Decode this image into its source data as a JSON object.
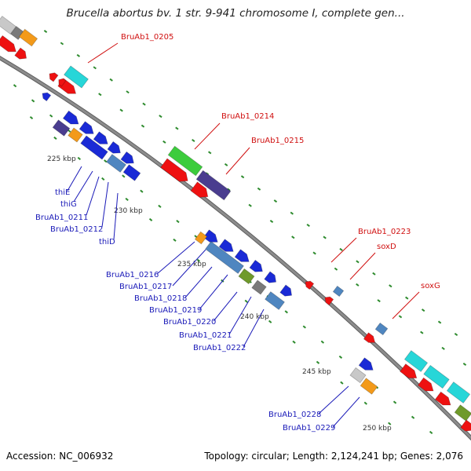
{
  "header": {
    "title": "Brucella abortus bv. 1 str. 9-941 chromosome I, complete gen..."
  },
  "footer": {
    "accession": "Accession: NC_006932",
    "topology": "Topology: circular; Length: 2,124,241 bp; Genes: 2,076"
  },
  "colors": {
    "backbone": "#8c8c8c",
    "tick": "#2e8b2e",
    "forward_label": "#d01010",
    "reverse_label": "#1a1ab8",
    "red": "#ee1111",
    "blue": "#1a2ad6",
    "navy": "#4a3d8f",
    "steel": "#4f86c0",
    "cyan": "#27d6d8",
    "green": "#3ccc3c",
    "olive": "#6f9a2a",
    "gray": "#7a7a7a",
    "lightgray": "#c8c8c8",
    "orange": "#f39a1a"
  },
  "scale_labels": [
    "225 kbp",
    "230 kbp",
    "235 kbp",
    "240 kbp",
    "245 kbp",
    "250 kbp"
  ],
  "gene_labels": {
    "forward": [
      "BruAb1_0205",
      "BruAb1_0214",
      "BruAb1_0215",
      "BruAb1_0223",
      "soxD",
      "soxG"
    ],
    "reverse": [
      "thiE",
      "thiG",
      "BruAb1_0211",
      "BruAb1_0212",
      "thiD",
      "BruAb1_0216",
      "BruAb1_0217",
      "BruAb1_0218",
      "BruAb1_0219",
      "BruAb1_0220",
      "BruAb1_0221",
      "BruAb1_0222",
      "BruAb1_0228",
      "BruAb1_0229"
    ]
  }
}
